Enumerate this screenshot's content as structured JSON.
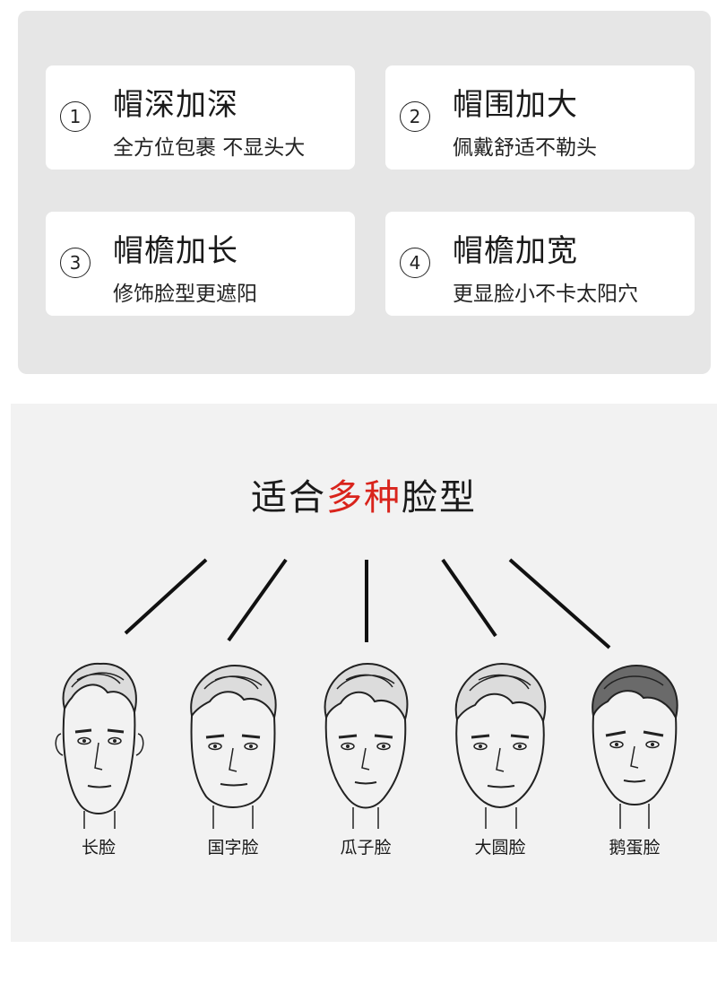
{
  "features": [
    {
      "number": "1",
      "title": "帽深加深",
      "desc": "全方位包裹 不显头大"
    },
    {
      "number": "2",
      "title": "帽围加大",
      "desc": "佩戴舒适不勒头"
    },
    {
      "number": "3",
      "title": "帽檐加长",
      "desc": "修饰脸型更遮阳"
    },
    {
      "number": "4",
      "title": "帽檐加宽",
      "desc": "更显脸小不卡太阳穴"
    }
  ],
  "face_section": {
    "heading_prefix": "适合",
    "heading_accent": "多种",
    "heading_suffix": "脸型",
    "accent_color": "#d9241c",
    "faces": [
      {
        "label": "长脸",
        "icon": "long-face-sketch"
      },
      {
        "label": "国字脸",
        "icon": "square-face-sketch"
      },
      {
        "label": "瓜子脸",
        "icon": "pointed-face-sketch"
      },
      {
        "label": "大圆脸",
        "icon": "round-face-sketch"
      },
      {
        "label": "鹅蛋脸",
        "icon": "oval-face-sketch"
      }
    ]
  }
}
